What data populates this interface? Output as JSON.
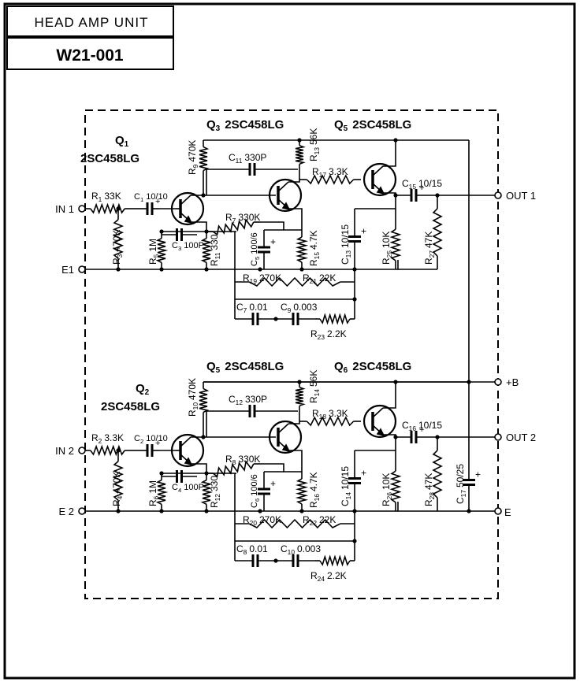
{
  "title_block": {
    "unit_name": "HEAD AMP UNIT",
    "model": "W21-001"
  },
  "terminals": {
    "in1": "IN 1",
    "e1": "E1",
    "out1": "OUT 1",
    "in2": "IN 2",
    "e2": "E 2",
    "out2": "OUT 2",
    "plus_b": "+B",
    "e": "E"
  },
  "top": {
    "q1": {
      "ref": "Q",
      "sub": "1",
      "type": "2SC458LG"
    },
    "q3": {
      "ref": "Q",
      "sub": "3",
      "type": "2SC458LG"
    },
    "q5": {
      "ref": "Q",
      "sub": "5",
      "type": "2SC458LG"
    },
    "r1": {
      "ref": "R",
      "sub": "1",
      "val": "33K"
    },
    "c1": {
      "ref": "C",
      "sub": "1",
      "val": "10/10"
    },
    "r3": {
      "ref": "R",
      "sub": "3",
      "val": "470K"
    },
    "r5": {
      "ref": "R",
      "sub": "5",
      "val": "1M"
    },
    "c3": {
      "ref": "C",
      "sub": "3",
      "val": "100P"
    },
    "r11": {
      "ref": "R",
      "sub": "11",
      "val": "330"
    },
    "r9": {
      "ref": "R",
      "sub": "9",
      "val": "470K"
    },
    "c11": {
      "ref": "C",
      "sub": "11",
      "val": "330P"
    },
    "r7": {
      "ref": "R",
      "sub": "7",
      "val": "330K"
    },
    "c5": {
      "ref": "C",
      "sub": "5",
      "val": "100/6"
    },
    "r15": {
      "ref": "R",
      "sub": "15",
      "val": "4.7K"
    },
    "r13": {
      "ref": "R",
      "sub": "13",
      "val": "56K"
    },
    "r17": {
      "ref": "R",
      "sub": "17",
      "val": "3.3K"
    },
    "c13": {
      "ref": "C",
      "sub": "13",
      "val": "10/15"
    },
    "r25": {
      "ref": "R",
      "sub": "25",
      "val": "10K"
    },
    "c15": {
      "ref": "C",
      "sub": "15",
      "val": "10/15"
    },
    "r27": {
      "ref": "R",
      "sub": "27",
      "val": "47K"
    },
    "r19": {
      "ref": "R",
      "sub": "19",
      "val": "270K"
    },
    "r21": {
      "ref": "R",
      "sub": "21",
      "val": "22K"
    },
    "c7": {
      "ref": "C",
      "sub": "7",
      "val": "0.01"
    },
    "c9": {
      "ref": "C",
      "sub": "9",
      "val": "0.003"
    },
    "r23": {
      "ref": "R",
      "sub": "23",
      "val": "2.2K"
    }
  },
  "bottom": {
    "q2": {
      "ref": "Q",
      "sub": "2",
      "type": "2SC458LG"
    },
    "q4": {
      "ref": "Q",
      "sub": "5",
      "type": "2SC458LG"
    },
    "q6": {
      "ref": "Q",
      "sub": "6",
      "type": "2SC458LG"
    },
    "r2": {
      "ref": "R",
      "sub": "2",
      "val": "3.3K"
    },
    "c2": {
      "ref": "C",
      "sub": "2",
      "val": "10/10"
    },
    "r4": {
      "ref": "R",
      "sub": "4",
      "val": "470K"
    },
    "r6": {
      "ref": "R",
      "sub": "6",
      "val": "1M"
    },
    "c4": {
      "ref": "C",
      "sub": "4",
      "val": "100P"
    },
    "r12": {
      "ref": "R",
      "sub": "12",
      "val": "330"
    },
    "r10": {
      "ref": "R",
      "sub": "10",
      "val": "470K"
    },
    "c12": {
      "ref": "C",
      "sub": "12",
      "val": "330P"
    },
    "r8": {
      "ref": "R",
      "sub": "8",
      "val": "330K"
    },
    "c6": {
      "ref": "C",
      "sub": "6",
      "val": "100/6"
    },
    "r16": {
      "ref": "R",
      "sub": "16",
      "val": "4.7K"
    },
    "r14": {
      "ref": "R",
      "sub": "14",
      "val": "56K"
    },
    "r18": {
      "ref": "R",
      "sub": "18",
      "val": "3.3K"
    },
    "c14": {
      "ref": "C",
      "sub": "14",
      "val": "10/15"
    },
    "r26": {
      "ref": "R",
      "sub": "26",
      "val": "10K"
    },
    "c16": {
      "ref": "C",
      "sub": "16",
      "val": "10/15"
    },
    "r28": {
      "ref": "R",
      "sub": "28",
      "val": "47K"
    },
    "c17": {
      "ref": "C",
      "sub": "17",
      "val": "50/25"
    },
    "r20": {
      "ref": "R",
      "sub": "20",
      "val": "270K"
    },
    "r22": {
      "ref": "R",
      "sub": "22",
      "val": "22K"
    },
    "c8": {
      "ref": "C",
      "sub": "8",
      "val": "0.01"
    },
    "c10": {
      "ref": "C",
      "sub": "10",
      "val": "0.003"
    },
    "r24": {
      "ref": "R",
      "sub": "24",
      "val": "2.2K"
    }
  }
}
